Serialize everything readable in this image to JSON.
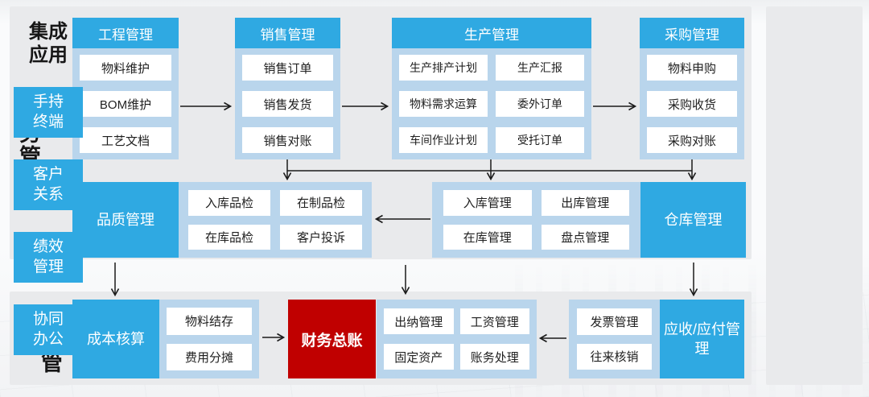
{
  "colors": {
    "accent_blue": "#2FA9E2",
    "container_blue": "#B9D5EC",
    "accent_red": "#C00000",
    "panel_gray": "#E9EAEC",
    "arrow_black": "#1A1A1A"
  },
  "business_section": {
    "label": "业务管理"
  },
  "finance_section": {
    "label": "财务管理"
  },
  "top_groups": [
    {
      "title": "工程管理",
      "items": [
        "物料维护",
        "BOM维护",
        "工艺文档"
      ]
    },
    {
      "title": "销售管理",
      "items": [
        "销售订单",
        "销售发货",
        "销售对账"
      ]
    },
    {
      "title": "生产管理",
      "items": [
        "生产排产计划",
        "生产汇报",
        "物料需求运算",
        "委外订单",
        "车间作业计划",
        "受托订单"
      ]
    },
    {
      "title": "采购管理",
      "items": [
        "物料申购",
        "采购收货",
        "采购对账"
      ]
    }
  ],
  "quality_group": {
    "title": "品质管理",
    "items": [
      "入库品检",
      "在制品检",
      "在库品检",
      "客户投诉"
    ]
  },
  "warehouse_group": {
    "title": "仓库管理",
    "items": [
      "入库管理",
      "出库管理",
      "在库管理",
      "盘点管理"
    ]
  },
  "cost_group": {
    "title": "成本核算",
    "items": [
      "物料结存",
      "费用分摊"
    ]
  },
  "ledger_block": {
    "title": "财务总账"
  },
  "accounting_group": {
    "items": [
      "出纳管理",
      "工资管理",
      "固定资产",
      "账务处理"
    ]
  },
  "receivable_group": {
    "title": "应收/应付管理",
    "items": [
      "发票管理",
      "往来核销"
    ]
  },
  "integration_panel": {
    "title": "集成应用",
    "items": [
      "手持终端",
      "客户关系",
      "绩效管理",
      "协同办公"
    ]
  }
}
